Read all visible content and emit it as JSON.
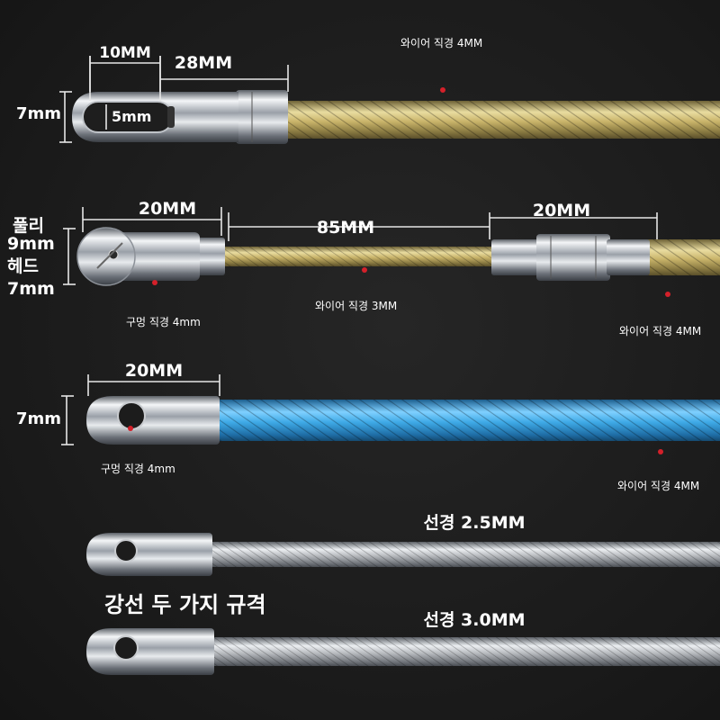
{
  "dimension_labels": {
    "s1_width_10": "10MM",
    "s1_length_28": "28MM",
    "s1_height_7": "7mm",
    "s1_slot_5": "5mm",
    "s2_head_20": "20MM",
    "s2_cable_85": "85MM",
    "s2_coupler_20": "20MM",
    "s2_pulley_label": "풀리",
    "s2_pulley_size": "9mm",
    "s2_head_label": "헤드",
    "s2_head_size": "7mm",
    "s3_head_20": "20MM",
    "s3_height_7": "7mm"
  },
  "callouts": {
    "s1_wire": "와이어 직경 4MM",
    "s2_hole": "구멍 직경 4mm",
    "s2_wire_thin": "와이어 직경 3MM",
    "s2_wire_thick": "와이어 직경 4MM",
    "s3_hole": "구멍 직경 4mm",
    "s3_wire": "와이어 직경 4MM"
  },
  "steel_section": {
    "title": "강선 두 가지 규격",
    "spec_a": "선경 2.5MM",
    "spec_b": "선경 3.0MM"
  },
  "colors": {
    "background": "#1c1c1c",
    "gold_cable": "#c9b46a",
    "blue_cable": "#3ea9e6",
    "steel_cable": "#b9bcc0",
    "chrome": "#d9dde2",
    "callout_dot": "#d4202a"
  }
}
